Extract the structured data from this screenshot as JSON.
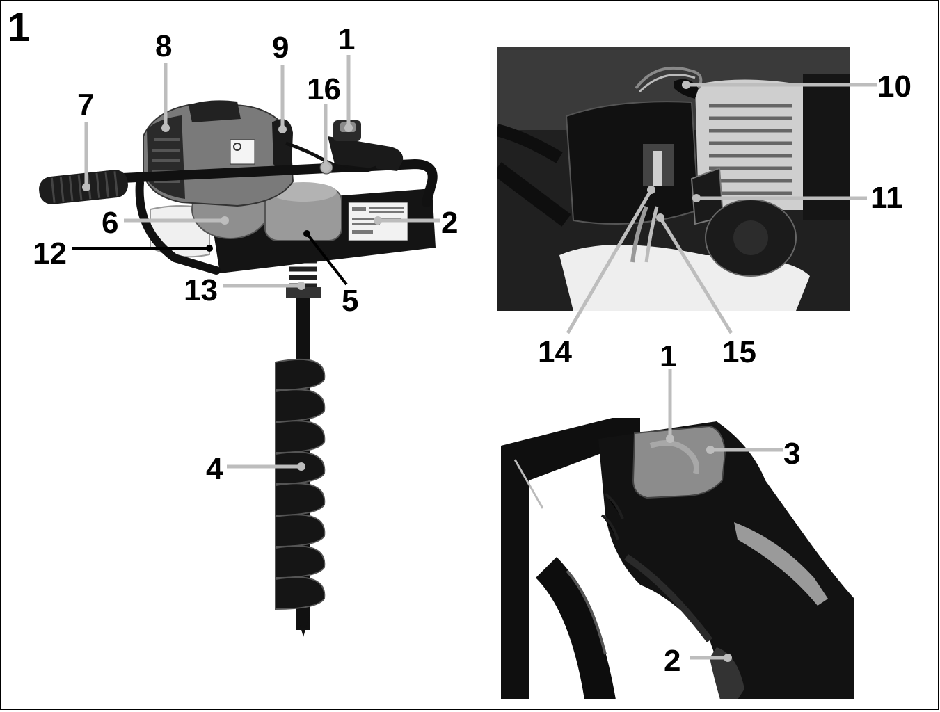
{
  "figure": {
    "number": "1"
  },
  "callouts": {
    "auger": {
      "c7": "7",
      "c8": "8",
      "c9": "9",
      "c16": "16",
      "c1": "1",
      "c6": "6",
      "c2": "2",
      "c12": "12",
      "c13": "13",
      "c5": "5",
      "c4": "4"
    },
    "engine_detail": {
      "c10": "10",
      "c11": "11",
      "c14": "14",
      "c15": "15"
    },
    "handle_detail": {
      "c1": "1",
      "c3": "3",
      "c2": "2"
    }
  },
  "icons": {
    "main": "earth-auger-illustration",
    "engine": "engine-detail-photo",
    "handle": "handle-switch-detail-photo"
  },
  "colors": {
    "leader_light": "#bdbdbd",
    "leader_dark": "#000000",
    "photo_dark": "#1a1a1a"
  }
}
